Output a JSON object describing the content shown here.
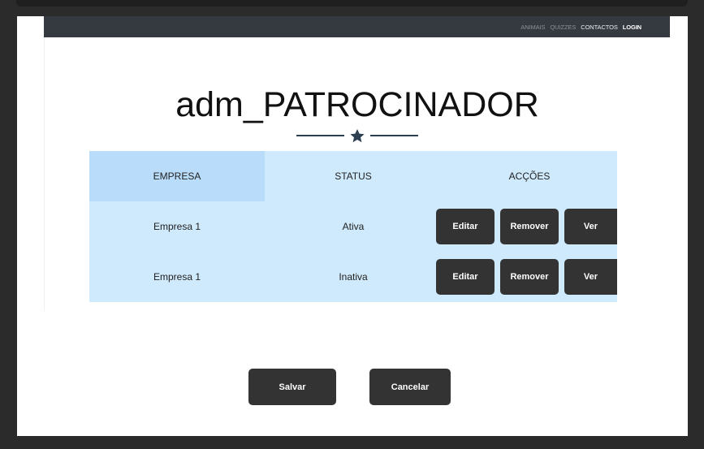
{
  "nav": {
    "items": [
      "ANIMAIS",
      "QUIZZES",
      "CONTACTOS",
      "LOGIN"
    ]
  },
  "page": {
    "title": "adm_PATROCINADOR"
  },
  "table": {
    "headers": [
      "EMPRESA",
      "STATUS",
      "ACÇÕES"
    ],
    "rows": [
      {
        "empresa": "Empresa 1",
        "status": "Ativa"
      },
      {
        "empresa": "Empresa 1",
        "status": "Inativa"
      }
    ],
    "actions": {
      "edit": "Editar",
      "remove": "Remover",
      "view": "Ver"
    }
  },
  "footer": {
    "save": "Salvar",
    "cancel": "Cancelar"
  },
  "colors": {
    "navbar": "#343a40",
    "table_bg": "#cfeafc",
    "header_highlight": "#b9dcfa",
    "button": "#333333",
    "divider": "#2c3e50"
  }
}
